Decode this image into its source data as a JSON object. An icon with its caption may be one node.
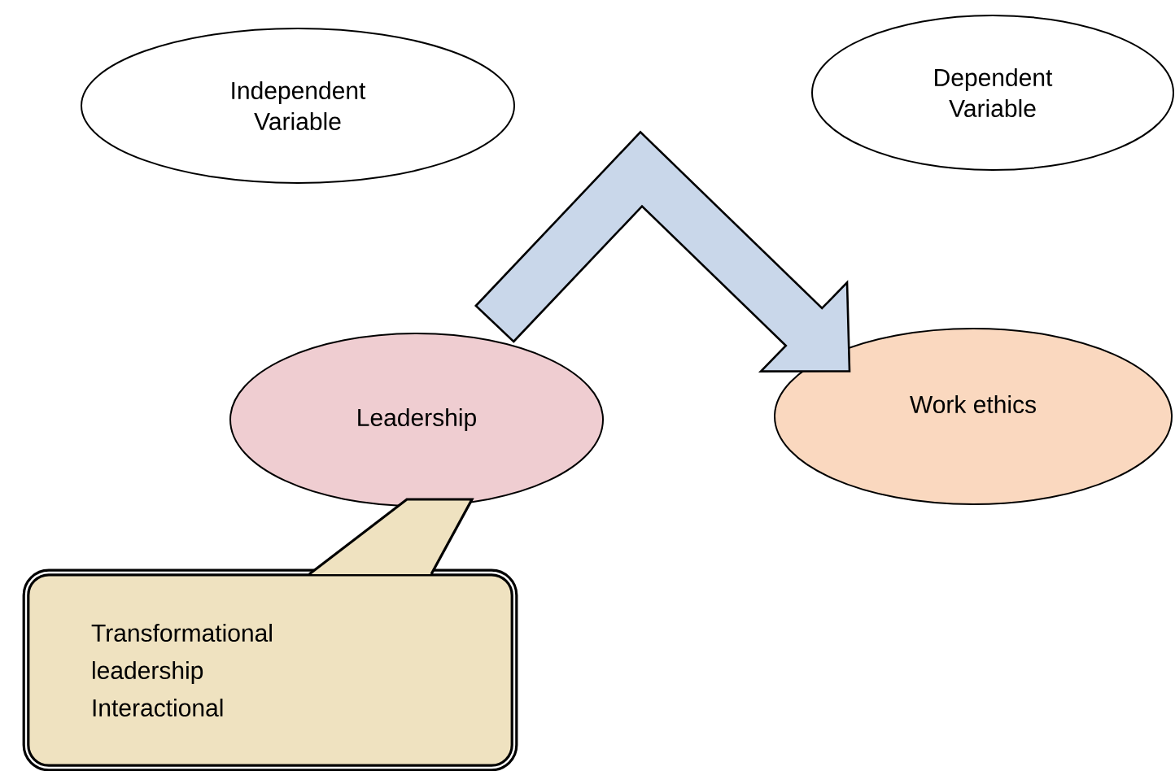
{
  "diagram": {
    "nodes": [
      {
        "text": [
          "Independent Variable"
        ]
      },
      {
        "text": [
          "Dependent Variable"
        ]
      },
      {
        "text": [
          "Leadership"
        ]
      },
      {
        "text": [
          "Work ethics"
        ]
      },
      {
        "text": [
          "Transformational leadership",
          "Interactional"
        ]
      }
    ],
    "edges": [
      {
        "from": 2,
        "to": 3,
        "arrow": "to"
      },
      {
        "from": 4,
        "to": 2,
        "arrow": "none"
      }
    ]
  }
}
